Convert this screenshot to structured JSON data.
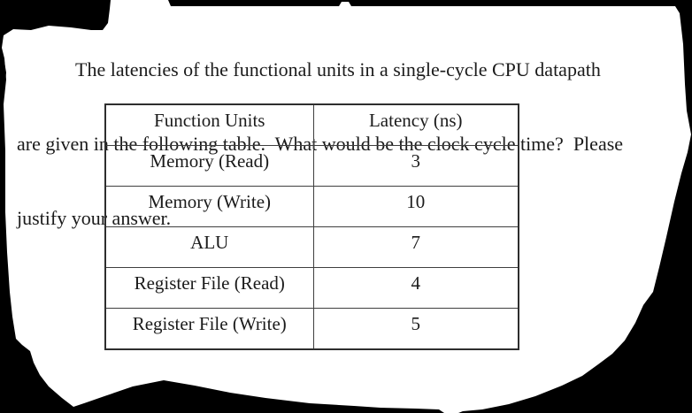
{
  "document": {
    "kind": "scanned exam question",
    "question_text_lines": [
      "The latencies of the functional units in a single-cycle CPU datapath",
      "are given in the following table.  What would be the clock cycle time?  Please",
      "justify your answer."
    ],
    "table": {
      "headers": [
        "Function Units",
        "Latency (ns)"
      ],
      "rows": [
        {
          "unit": "Memory (Read)",
          "latency": "3"
        },
        {
          "unit": "Memory (Write)",
          "latency": "10"
        },
        {
          "unit": "ALU",
          "latency": "7"
        },
        {
          "unit": "Register File (Read)",
          "latency": "4"
        },
        {
          "unit": "Register File (Write)",
          "latency": "5"
        }
      ]
    },
    "colors": {
      "background": "#000000",
      "paper": "#ffffff",
      "ink": "#1b1b1b",
      "table_border": "#3f3f3f"
    }
  }
}
